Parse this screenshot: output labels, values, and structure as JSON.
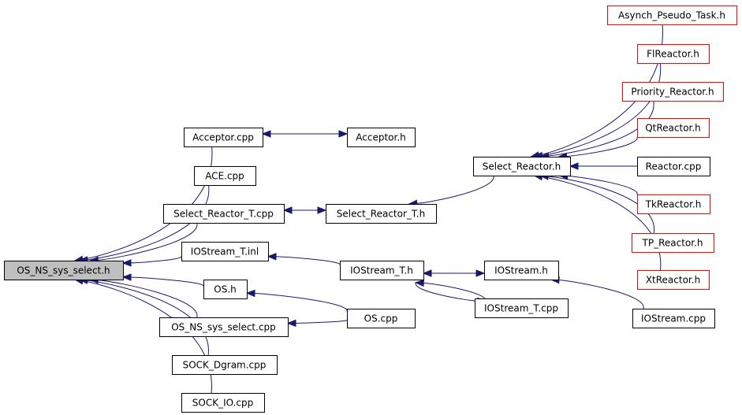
{
  "colors": {
    "edge": "#191970",
    "root_fill": "#bfbfbf",
    "node_fill": "#ffffff",
    "node_border": "#000000",
    "external_border": "#ff0000"
  },
  "nodes": [
    {
      "id": "os_ns_sys_select_h",
      "label": "OS_NS_sys_select.h",
      "kind": "root"
    },
    {
      "id": "acceptor_cpp",
      "label": "Acceptor.cpp",
      "kind": "normal"
    },
    {
      "id": "ace_cpp",
      "label": "ACE.cpp",
      "kind": "normal"
    },
    {
      "id": "select_reactor_t_cpp",
      "label": "Select_Reactor_T.cpp",
      "kind": "normal"
    },
    {
      "id": "iostream_t_inl",
      "label": "IOStream_T.inl",
      "kind": "normal"
    },
    {
      "id": "os_h",
      "label": "OS.h",
      "kind": "normal"
    },
    {
      "id": "os_ns_sys_select_cpp",
      "label": "OS_NS_sys_select.cpp",
      "kind": "normal"
    },
    {
      "id": "sock_dgram_cpp",
      "label": "SOCK_Dgram.cpp",
      "kind": "normal"
    },
    {
      "id": "sock_io_cpp",
      "label": "SOCK_IO.cpp",
      "kind": "normal"
    },
    {
      "id": "acceptor_h",
      "label": "Acceptor.h",
      "kind": "normal"
    },
    {
      "id": "select_reactor_t_h",
      "label": "Select_Reactor_T.h",
      "kind": "normal"
    },
    {
      "id": "iostream_t_h",
      "label": "IOStream_T.h",
      "kind": "normal"
    },
    {
      "id": "os_cpp",
      "label": "OS.cpp",
      "kind": "normal"
    },
    {
      "id": "select_reactor_h",
      "label": "Select_Reactor.h",
      "kind": "normal"
    },
    {
      "id": "iostream_h",
      "label": "IOStream.h",
      "kind": "normal"
    },
    {
      "id": "iostream_t_cpp",
      "label": "IOStream_T.cpp",
      "kind": "normal"
    },
    {
      "id": "iostream_cpp",
      "label": "IOStream.cpp",
      "kind": "normal"
    },
    {
      "id": "asynch_pseudo_task_h",
      "label": "Asynch_Pseudo_Task.h",
      "kind": "external"
    },
    {
      "id": "flreactor_h",
      "label": "FlReactor.h",
      "kind": "external"
    },
    {
      "id": "priority_reactor_h",
      "label": "Priority_Reactor.h",
      "kind": "external"
    },
    {
      "id": "qtreactor_h",
      "label": "QtReactor.h",
      "kind": "external"
    },
    {
      "id": "reactor_cpp",
      "label": "Reactor.cpp",
      "kind": "normal"
    },
    {
      "id": "tkreactor_h",
      "label": "TkReactor.h",
      "kind": "external"
    },
    {
      "id": "tp_reactor_h",
      "label": "TP_Reactor.h",
      "kind": "external"
    },
    {
      "id": "xtreactor_h",
      "label": "XtReactor.h",
      "kind": "external"
    }
  ],
  "edges": [
    {
      "from": "acceptor_cpp",
      "to": "os_ns_sys_select_h"
    },
    {
      "from": "ace_cpp",
      "to": "os_ns_sys_select_h"
    },
    {
      "from": "select_reactor_t_cpp",
      "to": "os_ns_sys_select_h"
    },
    {
      "from": "iostream_t_inl",
      "to": "os_ns_sys_select_h"
    },
    {
      "from": "os_h",
      "to": "os_ns_sys_select_h"
    },
    {
      "from": "os_ns_sys_select_cpp",
      "to": "os_ns_sys_select_h"
    },
    {
      "from": "sock_dgram_cpp",
      "to": "os_ns_sys_select_h"
    },
    {
      "from": "sock_io_cpp",
      "to": "os_ns_sys_select_h"
    },
    {
      "from": "acceptor_cpp",
      "to": "acceptor_h"
    },
    {
      "from": "acceptor_h",
      "to": "acceptor_cpp"
    },
    {
      "from": "select_reactor_t_cpp",
      "to": "select_reactor_t_h"
    },
    {
      "from": "select_reactor_t_h",
      "to": "select_reactor_t_cpp"
    },
    {
      "from": "select_reactor_h",
      "to": "select_reactor_t_h"
    },
    {
      "from": "iostream_t_h",
      "to": "iostream_t_inl"
    },
    {
      "from": "os_cpp",
      "to": "os_h"
    },
    {
      "from": "os_cpp",
      "to": "os_ns_sys_select_cpp"
    },
    {
      "from": "iostream_t_h",
      "to": "iostream_h"
    },
    {
      "from": "iostream_h",
      "to": "iostream_t_h"
    },
    {
      "from": "iostream_t_cpp",
      "to": "iostream_t_h"
    },
    {
      "from": "iostream_t_h",
      "to": "iostream_t_cpp"
    },
    {
      "from": "iostream_cpp",
      "to": "iostream_h"
    },
    {
      "from": "asynch_pseudo_task_h",
      "to": "select_reactor_h"
    },
    {
      "from": "flreactor_h",
      "to": "select_reactor_h"
    },
    {
      "from": "priority_reactor_h",
      "to": "select_reactor_h"
    },
    {
      "from": "qtreactor_h",
      "to": "select_reactor_h"
    },
    {
      "from": "reactor_cpp",
      "to": "select_reactor_h"
    },
    {
      "from": "tkreactor_h",
      "to": "select_reactor_h"
    },
    {
      "from": "tp_reactor_h",
      "to": "select_reactor_h"
    },
    {
      "from": "xtreactor_h",
      "to": "select_reactor_h"
    }
  ]
}
